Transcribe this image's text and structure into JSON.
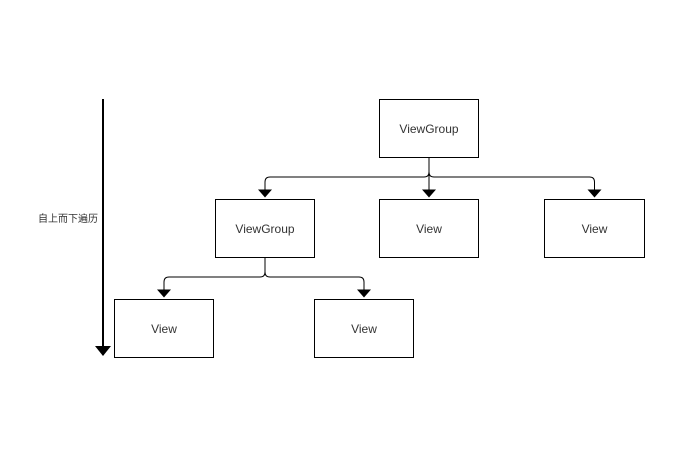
{
  "diagram": {
    "type": "tree",
    "annotation": {
      "label": "自上而下遍历"
    },
    "nodes": [
      {
        "id": "root",
        "label": "ViewGroup"
      },
      {
        "id": "viewgroup-child",
        "label": "ViewGroup"
      },
      {
        "id": "view-middle",
        "label": "View"
      },
      {
        "id": "view-right",
        "label": "View"
      },
      {
        "id": "view-bottom-left",
        "label": "View"
      },
      {
        "id": "view-bottom-right",
        "label": "View"
      }
    ],
    "edges": [
      {
        "from": "root",
        "to": "viewgroup-child"
      },
      {
        "from": "root",
        "to": "view-middle"
      },
      {
        "from": "root",
        "to": "view-right"
      },
      {
        "from": "viewgroup-child",
        "to": "view-bottom-left"
      },
      {
        "from": "viewgroup-child",
        "to": "view-bottom-right"
      }
    ],
    "colors": {
      "background": "#ffffff",
      "line": "#000000",
      "box_border": "#000000",
      "box_fill": "#ffffff",
      "text": "#333333"
    }
  }
}
